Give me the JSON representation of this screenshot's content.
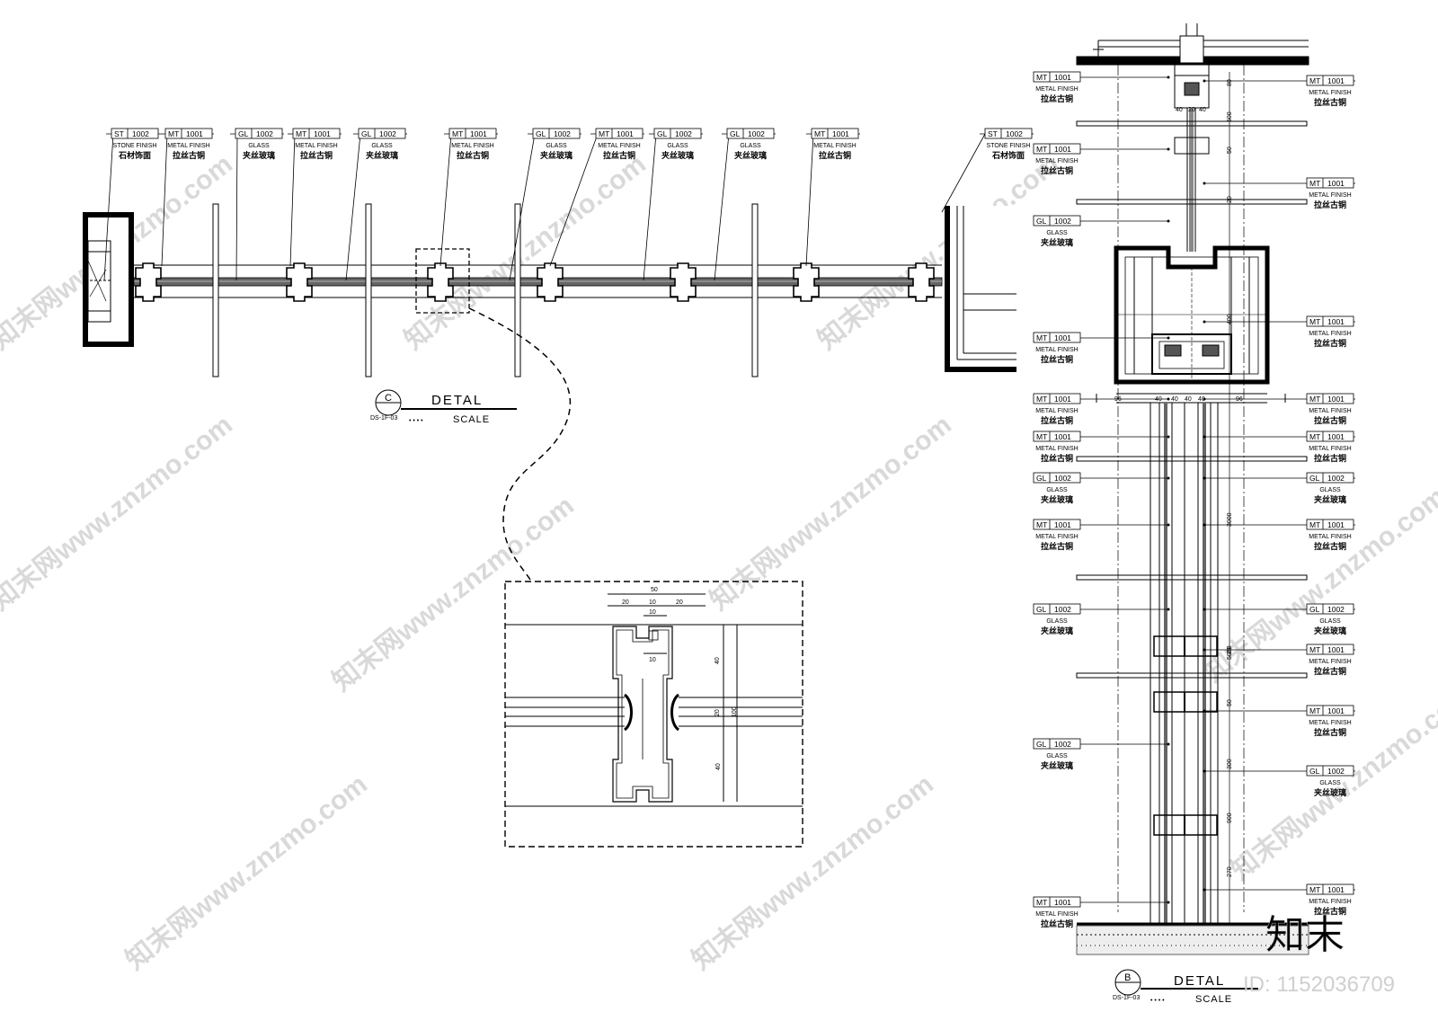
{
  "tags_plan": [
    {
      "code": "ST",
      "num": "1002",
      "en": "STONE FINISH",
      "cn": "石材饰面"
    },
    {
      "code": "MT",
      "num": "1001",
      "en": "METAL FINISH",
      "cn": "拉丝古铜"
    },
    {
      "code": "GL",
      "num": "1002",
      "en": "GLASS",
      "cn": "夹丝玻璃"
    },
    {
      "code": "MT",
      "num": "1001",
      "en": "METAL FINISH",
      "cn": "拉丝古铜"
    },
    {
      "code": "GL",
      "num": "1002",
      "en": "GLASS",
      "cn": "夹丝玻璃"
    },
    {
      "code": "MT",
      "num": "1001",
      "en": "METAL FINISH",
      "cn": "拉丝古铜"
    },
    {
      "code": "GL",
      "num": "1002",
      "en": "GLASS",
      "cn": "夹丝玻璃"
    },
    {
      "code": "MT",
      "num": "1001",
      "en": "METAL FINISH",
      "cn": "拉丝古铜"
    },
    {
      "code": "GL",
      "num": "1002",
      "en": "GLASS",
      "cn": "夹丝玻璃"
    },
    {
      "code": "GL",
      "num": "1002",
      "en": "GLASS",
      "cn": "夹丝玻璃"
    },
    {
      "code": "MT",
      "num": "1001",
      "en": "METAL FINISH",
      "cn": "拉丝古铜"
    },
    {
      "code": "ST",
      "num": "1002",
      "en": "STONE FINISH",
      "cn": "石材饰面"
    }
  ],
  "tags_section_left": [
    {
      "code": "MT",
      "num": "1001",
      "en": "METAL FINISH",
      "cn": "拉丝古铜"
    },
    {
      "code": "MT",
      "num": "1001",
      "en": "METAL FINISH",
      "cn": "拉丝古铜"
    },
    {
      "code": "GL",
      "num": "1002",
      "en": "GLASS",
      "cn": "夹丝玻璃"
    },
    {
      "code": "MT",
      "num": "1001",
      "en": "METAL FINISH",
      "cn": "拉丝古铜"
    },
    {
      "code": "MT",
      "num": "1001",
      "en": "METAL FINISH",
      "cn": "拉丝古铜"
    },
    {
      "code": "MT",
      "num": "1001",
      "en": "METAL FINISH",
      "cn": "拉丝古铜"
    },
    {
      "code": "GL",
      "num": "1002",
      "en": "GLASS",
      "cn": "夹丝玻璃"
    },
    {
      "code": "MT",
      "num": "1001",
      "en": "METAL FINISH",
      "cn": "拉丝古铜"
    },
    {
      "code": "GL",
      "num": "1002",
      "en": "GLASS",
      "cn": "夹丝玻璃"
    },
    {
      "code": "GL",
      "num": "1002",
      "en": "GLASS",
      "cn": "夹丝玻璃"
    },
    {
      "code": "MT",
      "num": "1001",
      "en": "METAL FINISH",
      "cn": "拉丝古铜"
    }
  ],
  "tags_section_right": [
    {
      "code": "MT",
      "num": "1001",
      "en": "METAL FINISH",
      "cn": "拉丝古铜"
    },
    {
      "code": "MT",
      "num": "1001",
      "en": "METAL FINISH",
      "cn": "拉丝古铜"
    },
    {
      "code": "MT",
      "num": "1001",
      "en": "METAL FINISH",
      "cn": "拉丝古铜"
    },
    {
      "code": "MT",
      "num": "1001",
      "en": "METAL FINISH",
      "cn": "拉丝古铜"
    },
    {
      "code": "MT",
      "num": "1001",
      "en": "METAL FINISH",
      "cn": "拉丝古铜"
    },
    {
      "code": "GL",
      "num": "1002",
      "en": "GLASS",
      "cn": "夹丝玻璃"
    },
    {
      "code": "MT",
      "num": "1001",
      "en": "METAL FINISH",
      "cn": "拉丝古铜"
    },
    {
      "code": "GL",
      "num": "1002",
      "en": "GLASS",
      "cn": "夹丝玻璃"
    },
    {
      "code": "MT",
      "num": "1001",
      "en": "METAL FINISH",
      "cn": "拉丝古铜"
    },
    {
      "code": "MT",
      "num": "1001",
      "en": "METAL FINISH",
      "cn": "拉丝古铜"
    },
    {
      "code": "GL",
      "num": "1002",
      "en": "GLASS",
      "cn": "夹丝玻璃"
    },
    {
      "code": "MT",
      "num": "1001",
      "en": "METAL FINISH",
      "cn": "拉丝古铜"
    }
  ],
  "title_c": {
    "letter": "C",
    "sheet": "DS-1F-03",
    "word": "DETAL",
    "scale": "SCALE"
  },
  "title_b": {
    "letter": "B",
    "sheet": "DS-1F-03",
    "word": "DETAL",
    "scale": "SCALE"
  },
  "detail_dims": {
    "top": "50",
    "parts": [
      "20",
      "10",
      "20"
    ],
    "inner": "10",
    "inner2": "10",
    "v1": "40",
    "v2": "20",
    "v3": "40",
    "vt": "100"
  },
  "section_dims": {
    "left": [
      "96",
      "40",
      "40",
      "40",
      "40",
      "96"
    ],
    "v": [
      "80",
      "500",
      "50",
      "20",
      "400",
      "3000",
      "20",
      "5000",
      "50",
      "300",
      "900",
      "270"
    ],
    "w": [
      "40",
      "20",
      "40"
    ]
  },
  "watermark": "知末网www.znzmo.com",
  "id_label": "ID: 1152036709",
  "logo_text": "知末",
  "colors": {
    "line": "#000000",
    "wall": "#000000",
    "watermark": "#d9d9d9",
    "fill": "#555555"
  }
}
